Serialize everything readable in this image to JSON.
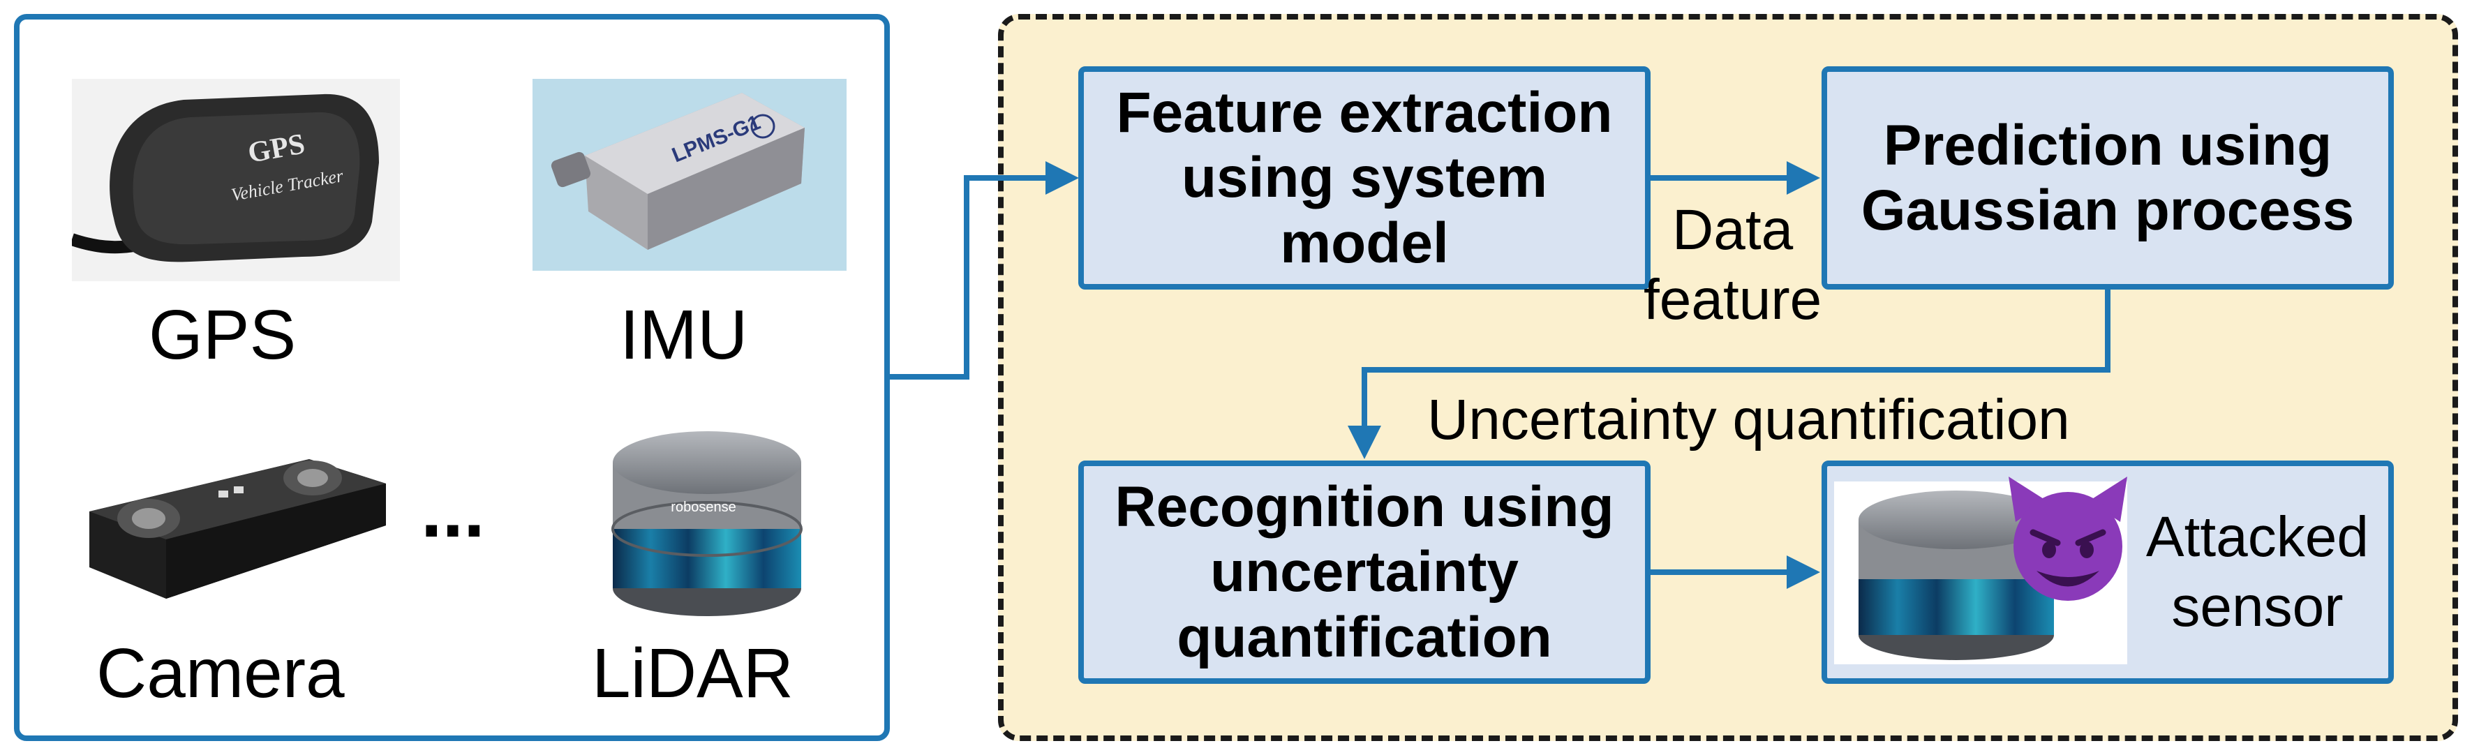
{
  "sensors": {
    "gps": {
      "label": "GPS",
      "device_text": "GPS",
      "device_subtext": "Vehicle Tracker"
    },
    "imu": {
      "label": "IMU",
      "device_text": "LPMS-G1"
    },
    "camera": {
      "label": "Camera"
    },
    "ellipsis": "...",
    "lidar": {
      "label": "LiDAR",
      "brand": "robosense"
    }
  },
  "steps": {
    "feature_extraction": [
      "Feature extraction",
      "using system",
      "model"
    ],
    "prediction": [
      "Prediction using",
      "Gaussian process"
    ],
    "recognition": [
      "Recognition using",
      "uncertainty",
      "quantification"
    ],
    "attacked": [
      "Attacked",
      "sensor"
    ]
  },
  "flow_labels": {
    "data_feature": [
      "Data",
      "feature"
    ],
    "uncertainty": "Uncertainty quantification"
  },
  "colors": {
    "accent": "#1f77b4",
    "box_fill": "#d9e3f2",
    "panel_fill": "#fbf0cf"
  },
  "icons": {
    "attacker": "smiling-devil-emoji"
  }
}
